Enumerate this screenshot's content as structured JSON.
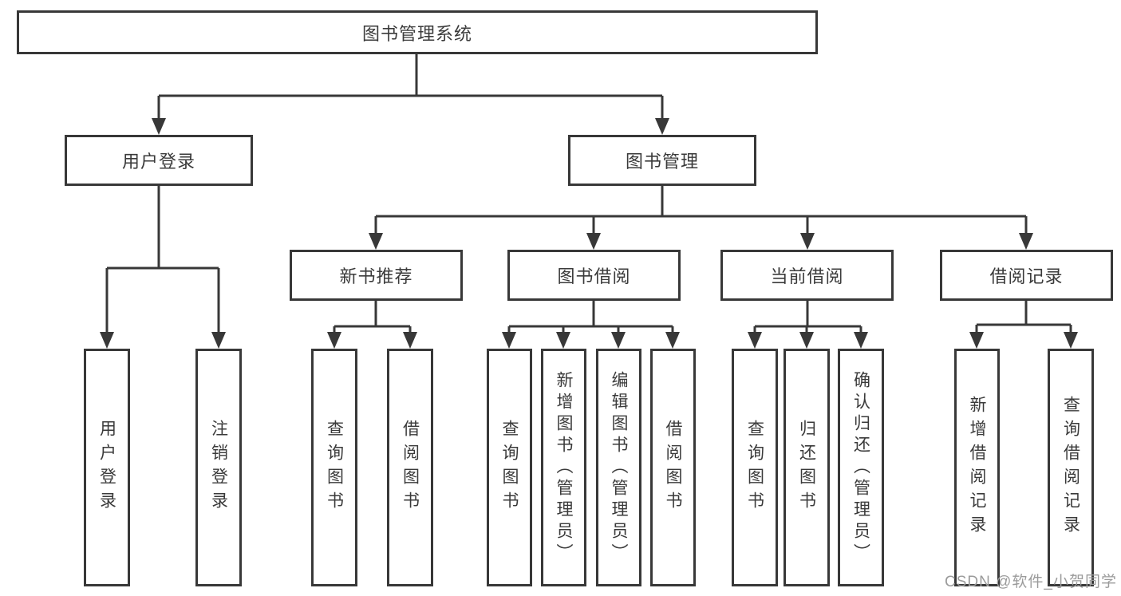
{
  "tree": {
    "root": {
      "label": "图书管理系统",
      "children": [
        {
          "label": "用户登录",
          "children": [
            {
              "label": "用户登录"
            },
            {
              "label": "注销登录"
            }
          ]
        },
        {
          "label": "图书管理",
          "children": [
            {
              "label": "新书推荐",
              "children": [
                {
                  "label": "查询图书"
                },
                {
                  "label": "借阅图书"
                }
              ]
            },
            {
              "label": "图书借阅",
              "children": [
                {
                  "label": "查询图书"
                },
                {
                  "label": "新增图书（管理员）"
                },
                {
                  "label": "编辑图书（管理员）"
                },
                {
                  "label": "借阅图书"
                }
              ]
            },
            {
              "label": "当前借阅",
              "children": [
                {
                  "label": "查询图书"
                },
                {
                  "label": "归还图书"
                },
                {
                  "label": "确认归还（管理员）"
                }
              ]
            },
            {
              "label": "借阅记录",
              "children": [
                {
                  "label": "新增借阅记录"
                },
                {
                  "label": "查询借阅记录"
                }
              ]
            }
          ]
        }
      ]
    }
  },
  "watermark": {
    "text": "CSDN @软件_小贺同学"
  },
  "colors": {
    "line": "#383838",
    "box_border": "#383838",
    "text": "#3a3a3a",
    "watermark": "#9b9b9b",
    "background": "#ffffff"
  }
}
